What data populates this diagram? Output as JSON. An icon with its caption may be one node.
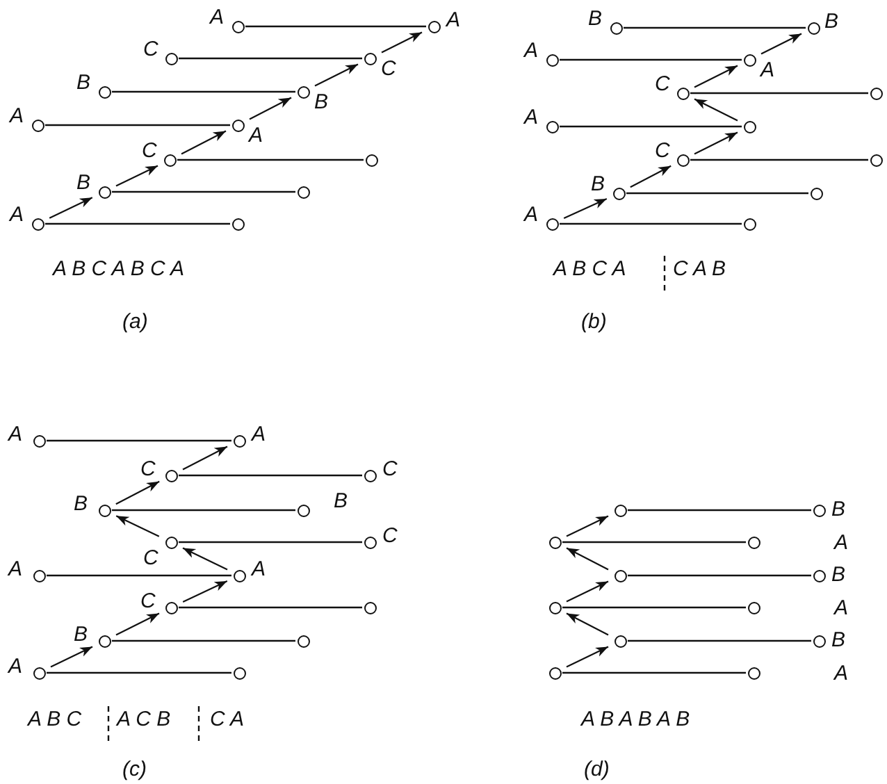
{
  "diagram": {
    "nodes": [
      {
        "text": [],
        "shape": "circle",
        "beside": [
          "A"
        ]
      },
      {
        "text": [],
        "shape": "circle",
        "beside": [
          "A"
        ]
      },
      {
        "text": [],
        "shape": "circle",
        "beside": [
          "C"
        ]
      },
      {
        "text": [],
        "shape": "circle",
        "beside": [
          "C"
        ]
      },
      {
        "text": [],
        "shape": "circle",
        "beside": [
          "B"
        ]
      },
      {
        "text": [],
        "shape": "circle",
        "beside": [
          "B"
        ]
      },
      {
        "text": [],
        "shape": "circle",
        "beside": [
          "A"
        ]
      },
      {
        "text": [],
        "shape": "circle",
        "beside": [
          "A"
        ]
      },
      {
        "text": [],
        "shape": "circle",
        "beside": [
          "C"
        ]
      },
      {
        "text": [],
        "shape": "circle"
      },
      {
        "text": [],
        "shape": "circle",
        "beside": [
          "B"
        ]
      },
      {
        "text": [],
        "shape": "circle"
      },
      {
        "text": [],
        "shape": "circle",
        "beside": [
          "A"
        ]
      },
      {
        "text": [],
        "shape": "circle"
      },
      {
        "text": [],
        "shape": "circle",
        "beside": [
          "B"
        ]
      },
      {
        "text": [],
        "shape": "circle",
        "beside": [
          "B"
        ]
      },
      {
        "text": [],
        "shape": "circle",
        "beside": [
          "A"
        ]
      },
      {
        "text": [],
        "shape": "circle",
        "beside": [
          "A"
        ]
      },
      {
        "text": [],
        "shape": "circle",
        "beside": [
          "C"
        ]
      },
      {
        "text": [],
        "shape": "circle"
      },
      {
        "text": [],
        "shape": "circle",
        "beside": [
          "A"
        ]
      },
      {
        "text": [],
        "shape": "circle"
      },
      {
        "text": [],
        "shape": "circle",
        "beside": [
          "C"
        ]
      },
      {
        "text": [],
        "shape": "circle"
      },
      {
        "text": [],
        "shape": "circle",
        "beside": [
          "B"
        ]
      },
      {
        "text": [],
        "shape": "circle"
      },
      {
        "text": [],
        "shape": "circle",
        "beside": [
          "A"
        ]
      },
      {
        "text": [],
        "shape": "circle"
      },
      {
        "text": [],
        "shape": "circle",
        "beside": [
          "A"
        ]
      },
      {
        "text": [],
        "shape": "circle",
        "beside": [
          "A"
        ]
      },
      {
        "text": [],
        "shape": "circle",
        "beside": [
          "C"
        ]
      },
      {
        "text": [],
        "shape": "circle",
        "beside": [
          "C"
        ]
      },
      {
        "text": [],
        "shape": "circle",
        "beside": [
          "B"
        ]
      },
      {
        "text": [],
        "shape": "circle",
        "beside": [
          "B"
        ]
      },
      {
        "text": [],
        "shape": "circle",
        "beside": [
          "C"
        ]
      },
      {
        "text": [],
        "shape": "circle",
        "beside": [
          "C"
        ]
      },
      {
        "text": [],
        "shape": "circle",
        "beside": [
          "A"
        ]
      },
      {
        "text": [],
        "shape": "circle",
        "beside": [
          "A"
        ]
      },
      {
        "text": [],
        "shape": "circle",
        "beside": [
          "C"
        ]
      },
      {
        "text": [],
        "shape": "circle"
      },
      {
        "text": [],
        "shape": "circle",
        "beside": [
          "B"
        ]
      },
      {
        "text": [],
        "shape": "circle"
      },
      {
        "text": [],
        "shape": "circle",
        "beside": [
          "A"
        ]
      },
      {
        "text": [],
        "shape": "circle"
      },
      {
        "text": [],
        "shape": "circle"
      },
      {
        "text": [],
        "shape": "circle",
        "beside": [
          "B"
        ]
      },
      {
        "text": [],
        "shape": "circle"
      },
      {
        "text": [],
        "shape": "circle"
      },
      {
        "text": [],
        "shape": "circle"
      },
      {
        "text": [],
        "shape": "circle",
        "beside": [
          "B"
        ]
      },
      {
        "text": [],
        "shape": "circle"
      },
      {
        "text": [],
        "shape": "circle"
      },
      {
        "text": [],
        "shape": "circle"
      },
      {
        "text": [],
        "shape": "circle",
        "beside": [
          "B"
        ]
      },
      {
        "text": [],
        "shape": "circle"
      },
      {
        "text": [],
        "shape": "circle"
      }
    ],
    "edges": [
      {
        "from": 0,
        "to": 1,
        "arrow": "none"
      },
      {
        "from": 2,
        "to": 3,
        "arrow": "none"
      },
      {
        "from": 4,
        "to": 5,
        "arrow": "none"
      },
      {
        "from": 6,
        "to": 7,
        "arrow": "none"
      },
      {
        "from": 8,
        "to": 9,
        "arrow": "none"
      },
      {
        "from": 10,
        "to": 11,
        "arrow": "none"
      },
      {
        "from": 12,
        "to": 13,
        "arrow": "none"
      },
      {
        "from": 12,
        "to": 10,
        "arrow": "to"
      },
      {
        "from": 10,
        "to": 8,
        "arrow": "to"
      },
      {
        "from": 8,
        "to": 7,
        "arrow": "to"
      },
      {
        "from": 7,
        "to": 5,
        "arrow": "to"
      },
      {
        "from": 5,
        "to": 3,
        "arrow": "to"
      },
      {
        "from": 3,
        "to": 1,
        "arrow": "to"
      },
      {
        "from": 14,
        "to": 15,
        "arrow": "none"
      },
      {
        "from": 16,
        "to": 17,
        "arrow": "none"
      },
      {
        "from": 18,
        "to": 19,
        "arrow": "none"
      },
      {
        "from": 20,
        "to": 21,
        "arrow": "none"
      },
      {
        "from": 22,
        "to": 23,
        "arrow": "none"
      },
      {
        "from": 24,
        "to": 25,
        "arrow": "none"
      },
      {
        "from": 26,
        "to": 27,
        "arrow": "none"
      },
      {
        "from": 26,
        "to": 24,
        "arrow": "to"
      },
      {
        "from": 24,
        "to": 22,
        "arrow": "to"
      },
      {
        "from": 22,
        "to": 21,
        "arrow": "to"
      },
      {
        "from": 21,
        "to": 18,
        "arrow": "to"
      },
      {
        "from": 18,
        "to": 17,
        "arrow": "to"
      },
      {
        "from": 17,
        "to": 15,
        "arrow": "to"
      },
      {
        "from": 28,
        "to": 29,
        "arrow": "none"
      },
      {
        "from": 30,
        "to": 31,
        "arrow": "none"
      },
      {
        "from": 32,
        "to": 33,
        "arrow": "none"
      },
      {
        "from": 34,
        "to": 35,
        "arrow": "none"
      },
      {
        "from": 36,
        "to": 37,
        "arrow": "none"
      },
      {
        "from": 38,
        "to": 39,
        "arrow": "none"
      },
      {
        "from": 40,
        "to": 41,
        "arrow": "none"
      },
      {
        "from": 42,
        "to": 43,
        "arrow": "none"
      },
      {
        "from": 42,
        "to": 40,
        "arrow": "to"
      },
      {
        "from": 40,
        "to": 38,
        "arrow": "to"
      },
      {
        "from": 38,
        "to": 37,
        "arrow": "to"
      },
      {
        "from": 37,
        "to": 34,
        "arrow": "to"
      },
      {
        "from": 34,
        "to": 32,
        "arrow": "to"
      },
      {
        "from": 32,
        "to": 30,
        "arrow": "to"
      },
      {
        "from": 30,
        "to": 29,
        "arrow": "to"
      },
      {
        "from": 44,
        "to": 45,
        "arrow": "none"
      },
      {
        "from": 46,
        "to": 47,
        "arrow": "none"
      },
      {
        "from": 48,
        "to": 49,
        "arrow": "none"
      },
      {
        "from": 50,
        "to": 51,
        "arrow": "none"
      },
      {
        "from": 52,
        "to": 53,
        "arrow": "none"
      },
      {
        "from": 54,
        "to": 55,
        "arrow": "none"
      },
      {
        "from": 54,
        "to": 52,
        "arrow": "to"
      },
      {
        "from": 52,
        "to": 50,
        "arrow": "to"
      },
      {
        "from": 50,
        "to": 48,
        "arrow": "to"
      },
      {
        "from": 48,
        "to": 46,
        "arrow": "to"
      },
      {
        "from": 46,
        "to": 44,
        "arrow": "to"
      }
    ],
    "labels": [
      "A B C A B C A",
      "A B C A",
      "C A B",
      "(a)",
      "(b)",
      "A B C",
      "A C B",
      "C A",
      "A",
      "A",
      "A",
      "A B A B A B",
      "(c)",
      "(d)"
    ]
  }
}
